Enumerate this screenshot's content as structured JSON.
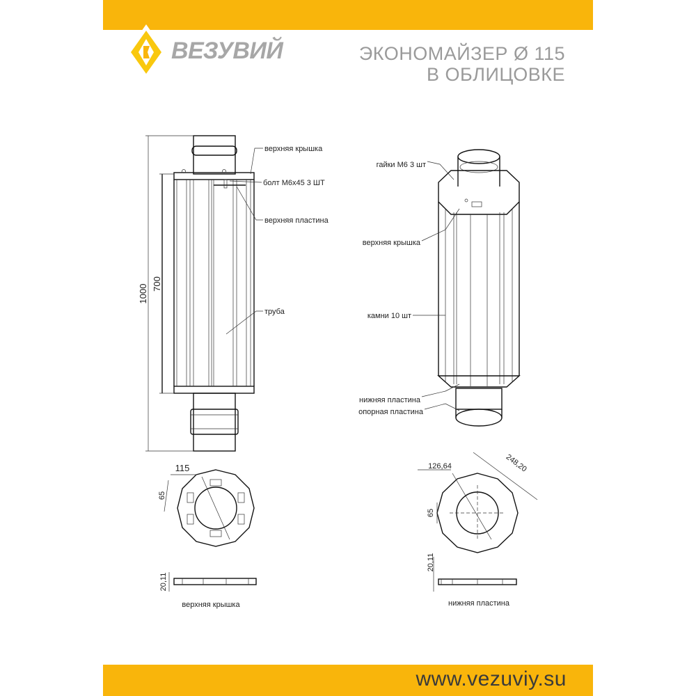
{
  "colors": {
    "accent": "#F9B50B",
    "logo_text": "#a7a7a7",
    "title_text": "#9a9a9a"
  },
  "header": {
    "brand": "ВЕЗУВИЙ",
    "title_line1": "ЭКОНОМАЙЗЕР Ø 115",
    "title_line2": "В ОБЛИЦОВКЕ"
  },
  "front_view": {
    "dim_total": "1000",
    "dim_body": "700",
    "labels": {
      "top_cover": "верхняя крышка",
      "bolt": "болт М6х45 3 ШТ",
      "top_plate": "верхняя пластина",
      "pipe": "труба"
    }
  },
  "iso_view": {
    "labels": {
      "nuts": "гайки М6 3 шт",
      "top_cover": "верхняя крышка",
      "stones": "камни 10 шт",
      "bottom_plate": "нижняя пластина",
      "support_plate": "опорная пластина"
    }
  },
  "top_cover_view": {
    "dim_diameter": "115",
    "dim_slot": "65",
    "dim_thickness": "20,11",
    "caption": "верхняя крышка"
  },
  "bottom_plate_view": {
    "dim_inner": "126,64",
    "dim_outer": "248,20",
    "dim_slot": "65",
    "dim_thickness": "20,11",
    "caption": "нижняя пластина"
  },
  "footer": {
    "url": "www.vezuviy.su"
  }
}
